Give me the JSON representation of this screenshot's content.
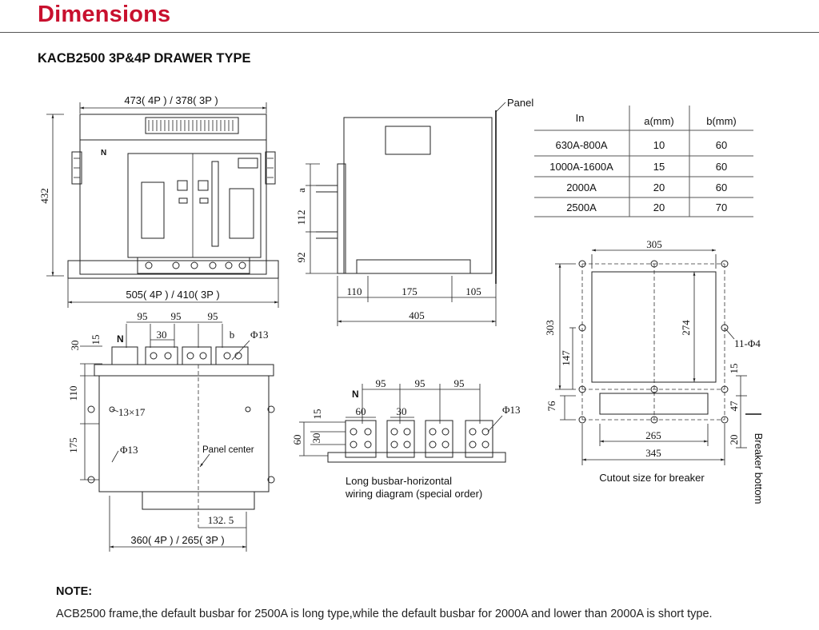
{
  "header": {
    "title": "Dimensions",
    "subtitle": "KACB2500 3P&4P DRAWER TYPE"
  },
  "front_view": {
    "width_top": "473( 4P ) / 378( 3P )",
    "height": "432",
    "width_bottom": "505( 4P ) / 410( 3P )",
    "n_label": "N"
  },
  "side_view": {
    "panel_label": "Panel",
    "dim_a": "a",
    "dim_112": "112",
    "dim_92": "92",
    "dim_110": "110",
    "dim_175": "175",
    "dim_105": "105",
    "dim_405": "405"
  },
  "table": {
    "headers": [
      "In",
      "a(mm)",
      "b(mm)"
    ],
    "rows": [
      [
        "630A-800A",
        "10",
        "60"
      ],
      [
        "1000A-1600A",
        "15",
        "60"
      ],
      [
        "2000A",
        "20",
        "60"
      ],
      [
        "2500A",
        "20",
        "70"
      ]
    ]
  },
  "bottom_view": {
    "dim_95_1": "95",
    "dim_95_2": "95",
    "dim_95_3": "95",
    "dim_30_top": "30",
    "dim_b": "b",
    "phi13_top": "Φ13",
    "dim_30_left": "30",
    "dim_15_left": "15",
    "n_label": "N",
    "dim_110": "110",
    "slot": "13×17",
    "dim_175": "175",
    "phi13_left": "Φ13",
    "panel_center": "Panel center",
    "dim_132_5": "132. 5",
    "width": "360( 4P ) / 265( 3P )"
  },
  "busbar_view": {
    "n_label": "N",
    "dim_95_1": "95",
    "dim_95_2": "95",
    "dim_95_3": "95",
    "phi13": "Φ13",
    "dim_60_top": "60",
    "dim_30_top": "30",
    "dim_15": "15",
    "dim_60_left": "60",
    "dim_30_left": "30",
    "caption_line1": "Long busbar-horizontal",
    "caption_line2": "wiring diagram (special order)"
  },
  "cutout_view": {
    "dim_305": "305",
    "dim_303": "303",
    "dim_274": "274",
    "dim_147": "147",
    "holes": "11-Φ4",
    "dim_15": "15",
    "dim_76": "76",
    "dim_47": "47",
    "dim_265": "265",
    "dim_20": "20",
    "dim_345": "345",
    "caption": "Cutout size for breaker",
    "breaker_bottom": "Breaker bottom"
  },
  "note": {
    "heading": "NOTE:",
    "text": "ACB2500 frame,the default busbar for 2500A is long type,while the default busbar for 2000A and lower than 2000A is short type."
  }
}
